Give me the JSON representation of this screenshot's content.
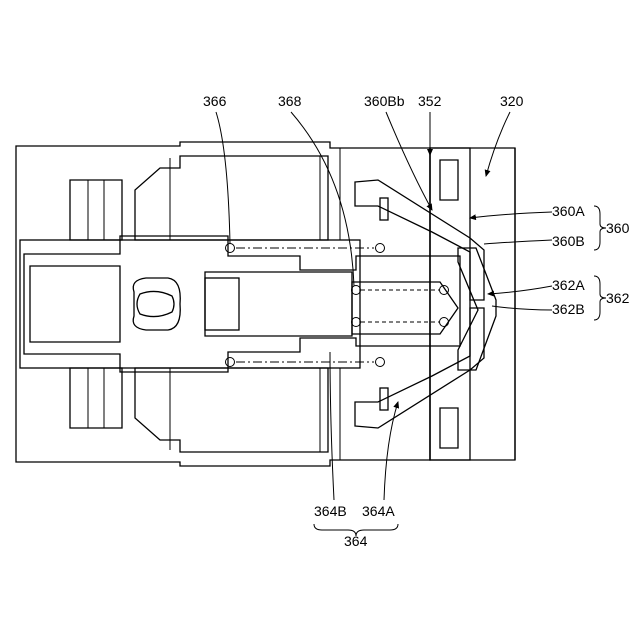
{
  "labels": {
    "l366": "366",
    "l368": "368",
    "l360Bb": "360Bb",
    "l352": "352",
    "l320": "320",
    "l360A": "360A",
    "l360B": "360B",
    "l360": "360",
    "l362A": "362A",
    "l362B": "362B",
    "l362": "362",
    "l364B": "364B",
    "l364A": "364A",
    "l364": "364"
  }
}
